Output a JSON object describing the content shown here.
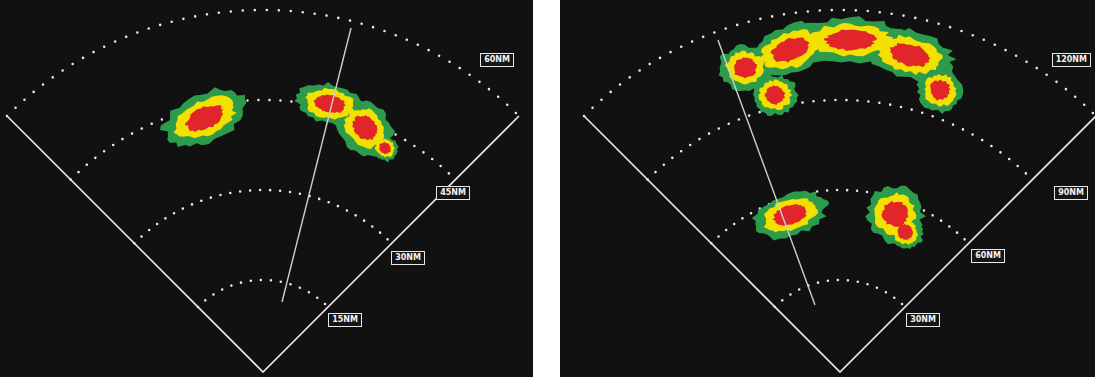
{
  "diagram": {
    "nodes": [
      {
        "text": [
          "60NM"
        ]
      },
      {
        "text": [
          "45NM"
        ]
      },
      {
        "text": [
          "30NM"
        ]
      },
      {
        "text": [
          "15NM"
        ]
      },
      {
        "text": [
          "120NM"
        ]
      },
      {
        "text": [
          "90NM"
        ]
      },
      {
        "text": [
          "60NM"
        ]
      },
      {
        "text": [
          "30NM"
        ]
      }
    ]
  }
}
